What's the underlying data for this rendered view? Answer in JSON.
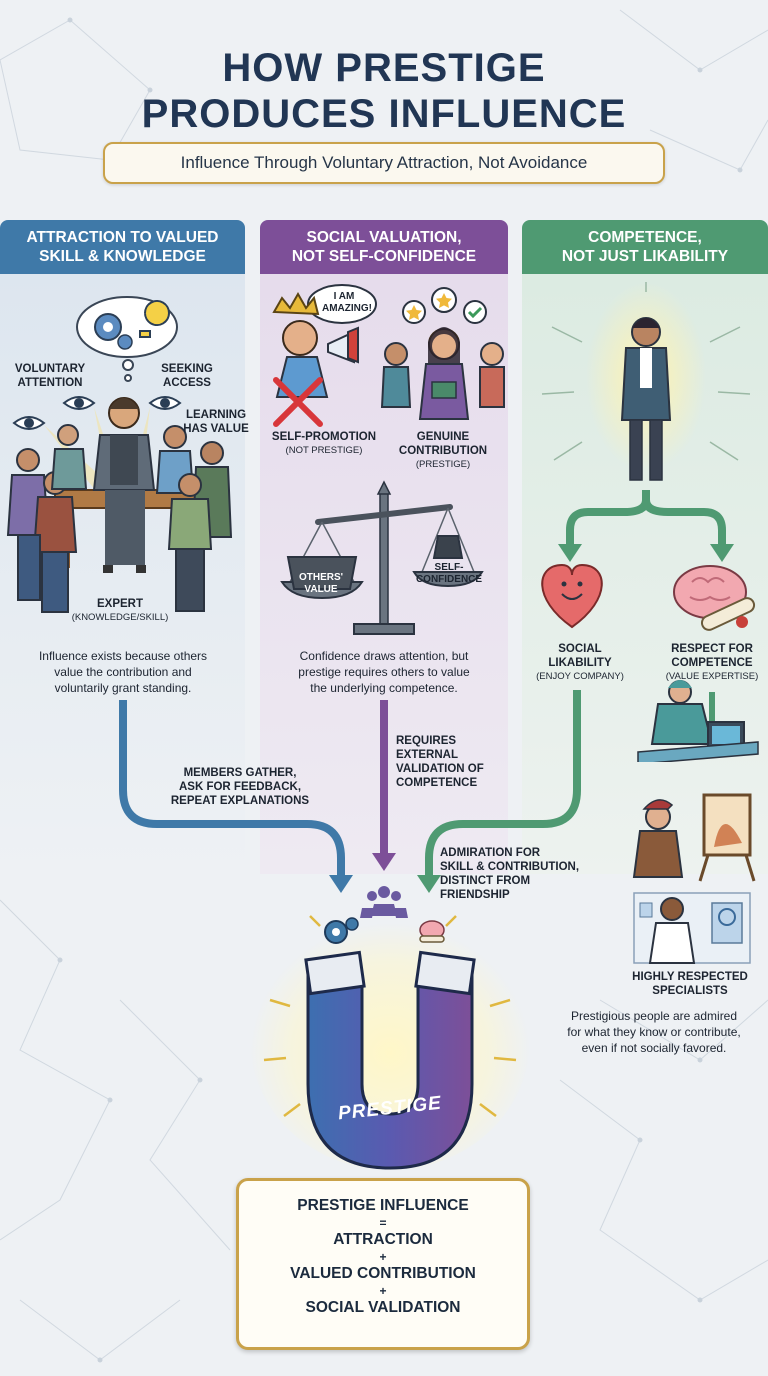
{
  "header": {
    "title_line1": "HOW PRESTIGE",
    "title_line2": "PRODUCES INFLUENCE",
    "subtitle": "Influence Through Voluntary Attraction, Not Avoidance"
  },
  "columns": [
    {
      "header_line1": "ATTRACTION TO VALUED",
      "header_line2": "SKILL & KNOWLEDGE",
      "color": "#3f79a8",
      "labels": {
        "voluntary_attention_1": "VOLUNTARY",
        "voluntary_attention_2": "ATTENTION",
        "seeking_access_1": "SEEKING",
        "seeking_access_2": "ACCESS",
        "learning_1": "LEARNING",
        "learning_2": "HAS VALUE",
        "expert_1": "EXPERT",
        "expert_2": "(KNOWLEDGE/SKILL)"
      },
      "description_1": "Influence exists because others",
      "description_2": "value the contribution and",
      "description_3": "voluntarily grant standing.",
      "flow_1": "MEMBERS GATHER,",
      "flow_2": "ASK FOR FEEDBACK,",
      "flow_3": "REPEAT EXPLANATIONS"
    },
    {
      "header_line1": "SOCIAL VALUATION,",
      "header_line2": "NOT SELF-CONFIDENCE",
      "color": "#7d4f98",
      "speech": "I AM AMAZING!",
      "labels": {
        "self_promo_1": "SELF-PROMOTION",
        "self_promo_2": "(NOT PRESTIGE)",
        "genuine_1": "GENUINE",
        "genuine_2": "CONTRIBUTION",
        "genuine_3": "(PRESTIGE)",
        "scale_left_1": "OTHERS'",
        "scale_left_2": "VALUE",
        "scale_right_1": "SELF-",
        "scale_right_2": "CONFIDENCE"
      },
      "description_1": "Confidence draws attention, but",
      "description_2": "prestige requires others to value",
      "description_3": "the underlying competence.",
      "flow_1": "REQUIRES",
      "flow_2": "EXTERNAL",
      "flow_3": "VALIDATION OF",
      "flow_4": "COMPETENCE"
    },
    {
      "header_line1": "COMPETENCE,",
      "header_line2": "NOT JUST LIKABILITY",
      "color": "#4f9a72",
      "labels": {
        "likability_1": "SOCIAL",
        "likability_2": "LIKABILITY",
        "likability_3": "(ENJOY COMPANY)",
        "respect_1": "RESPECT FOR",
        "respect_2": "COMPETENCE",
        "respect_3": "(VALUE EXPERTISE)",
        "specialists_1": "HIGHLY RESPECTED",
        "specialists_2": "SPECIALISTS"
      },
      "description_1": "Prestigious people are admired",
      "description_2": "for what they know or contribute,",
      "description_3": "even if not socially favored.",
      "flow_1": "ADMIRATION FOR",
      "flow_2": "SKILL & CONTRIBUTION,",
      "flow_3": "DISTINCT FROM",
      "flow_4": "FRIENDSHIP"
    }
  ],
  "magnet_label": "PRESTIGE",
  "formula": {
    "line1": "PRESTIGE INFLUENCE",
    "op1": "=",
    "line2": "ATTRACTION",
    "op2": "+",
    "line3": "VALUED CONTRIBUTION",
    "op3": "+",
    "line4": "SOCIAL VALIDATION"
  },
  "colors": {
    "navy": "#213654",
    "gold": "#c9a24a",
    "blue": "#3f79a8",
    "purple": "#7d4f98",
    "green": "#4f9a72"
  },
  "icons": [
    "gears-icon",
    "lightbulb-icon",
    "eye-icon",
    "crown-icon",
    "megaphone-icon",
    "star-icon",
    "check-icon",
    "scale-icon",
    "heart-icon",
    "brain-icon",
    "diploma-icon",
    "group-icon",
    "magnet-icon"
  ]
}
